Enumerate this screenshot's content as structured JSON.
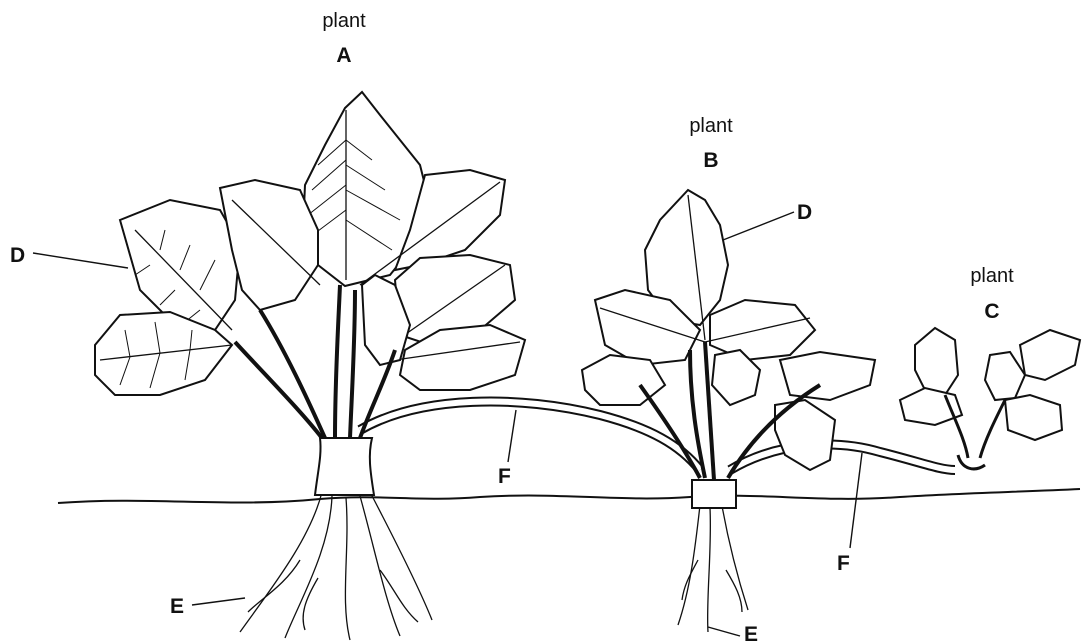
{
  "labels": {
    "plant_a": {
      "word": "plant",
      "letter": "A"
    },
    "plant_b": {
      "word": "plant",
      "letter": "B"
    },
    "plant_c": {
      "word": "plant",
      "letter": "C"
    },
    "d_left": "D",
    "d_right": "D",
    "f_left": "F",
    "f_right": "F",
    "e_left": "E",
    "e_right": "E"
  },
  "colors": {
    "line": "#111111",
    "fill": "#ffffff"
  }
}
